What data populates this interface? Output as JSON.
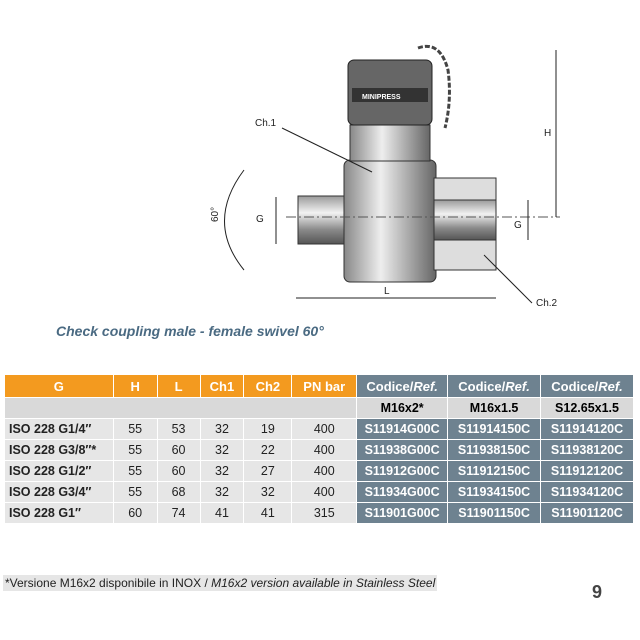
{
  "drawing": {
    "labels": {
      "ch1": "Ch.1",
      "ch2": "Ch.2",
      "h": "H",
      "g_left": "G",
      "g_right": "G",
      "l": "L",
      "angle": "60°",
      "brand": "MINIPRESS"
    }
  },
  "caption": "Check coupling male - female swivel 60°",
  "table": {
    "headers": [
      "G",
      "H",
      "L",
      "Ch1",
      "Ch2",
      "PN bar"
    ],
    "code_header": {
      "a": "Codice/",
      "b": "Ref."
    },
    "threads": [
      "M16x2*",
      "M16x1.5",
      "S12.65x1.5"
    ],
    "rows": [
      [
        "ISO 228 G1/4″",
        "55",
        "53",
        "32",
        "19",
        "400",
        "S11914G00C",
        "S11914150C",
        "S11914120C"
      ],
      [
        "ISO 228 G3/8″*",
        "55",
        "60",
        "32",
        "22",
        "400",
        "S11938G00C",
        "S11938150C",
        "S11938120C"
      ],
      [
        "ISO 228 G1/2″",
        "55",
        "60",
        "32",
        "27",
        "400",
        "S11912G00C",
        "S11912150C",
        "S11912120C"
      ],
      [
        "ISO 228 G3/4″",
        "55",
        "68",
        "32",
        "32",
        "400",
        "S11934G00C",
        "S11934150C",
        "S11934120C"
      ],
      [
        "ISO 228 G1″",
        "60",
        "74",
        "41",
        "41",
        "315",
        "S11901G00C",
        "S11901150C",
        "S11901120C"
      ]
    ]
  },
  "footnote": {
    "it": "*Versione M16x2 disponibile in INOX / ",
    "en": "M16x2 version available in Stainless Steel"
  },
  "page_number": "9"
}
